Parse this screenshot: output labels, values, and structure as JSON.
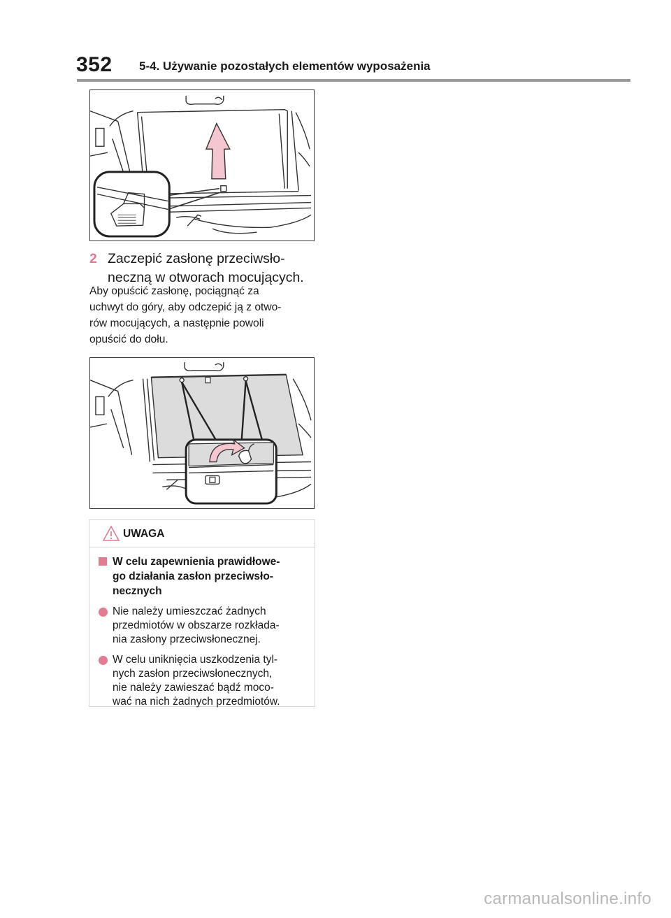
{
  "header": {
    "page_number": "352",
    "section_title": "5-4. Używanie pozostałych elementów wyposażenia"
  },
  "step": {
    "number": "2",
    "text": "Zaczepić zasłonę przeciwsło-\nneczną w otworach mocujących."
  },
  "body_text": "Aby opuścić zasłonę, pociągnąć za\nuchwyt do góry, aby odczepić ją z otwo-\nrów mocujących, a następnie powoli\nopuścić do dołu.",
  "warning": {
    "label": "UWAGA",
    "heading": "W celu zapewnienia prawidłowe-\ngo działania zasłon przeciwsło-\nnecznych",
    "items": [
      "Nie należy umieszczać żadnych\nprzedmiotów w obszarze rozkłada-\nnia zasłony przeciwsłonecznej.",
      "W celu uniknięcia uszkodzenia tyl-\nnych zasłon przeciwsłonecznych,\nnie należy zawieszać bądź moco-\nwać na nich żadnych przedmiotów."
    ]
  },
  "watermark": "carmanualsonline.info",
  "colors": {
    "accent": "#e37c90",
    "arrow_fill": "#f4c6d0",
    "rule": "#9a9a9a",
    "box_border": "#d4d4d4",
    "shade_fill": "#dcdcdc"
  }
}
